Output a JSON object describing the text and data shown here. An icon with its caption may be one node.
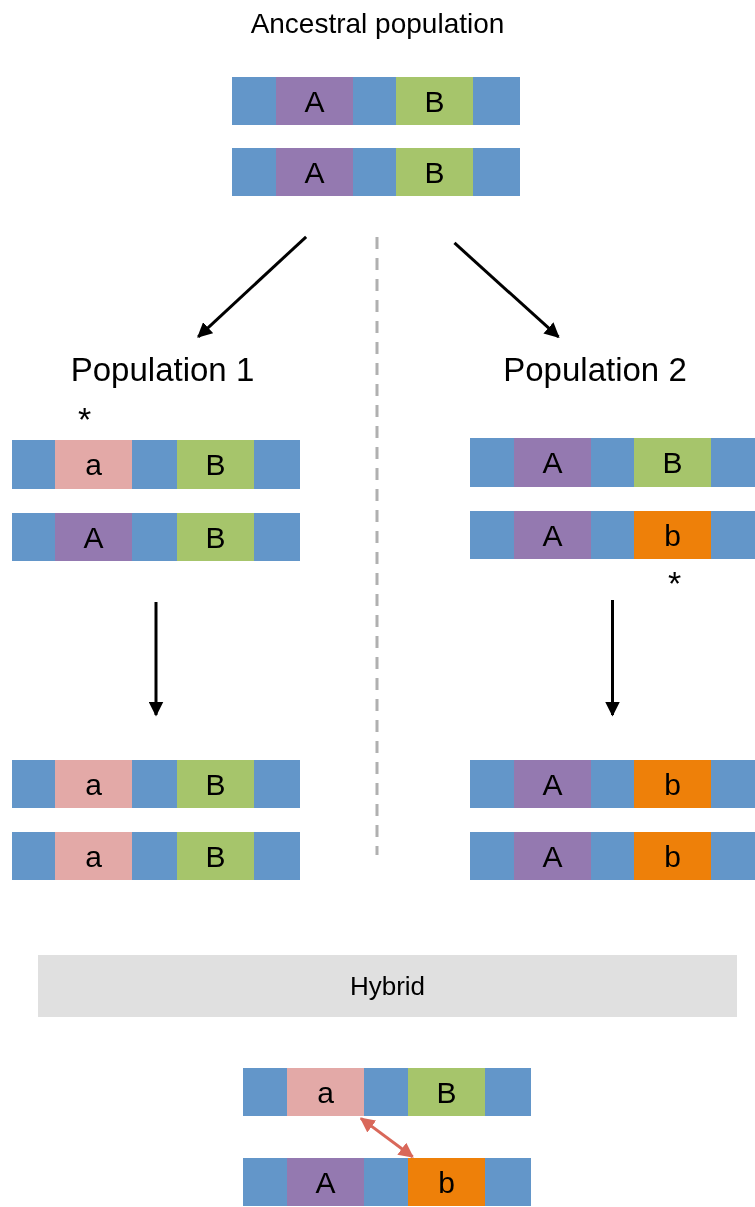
{
  "diagram": {
    "nodes": [
      {
        "text": [
          "Ancestral population"
        ]
      },
      {
        "text": [],
        "shape": "bar"
      },
      {
        "text": [
          "A"
        ],
        "in": 1
      },
      {
        "text": [
          "B"
        ],
        "in": 1
      },
      {
        "text": [],
        "shape": "bar"
      },
      {
        "text": [
          "A"
        ],
        "in": 4
      },
      {
        "text": [
          "B"
        ],
        "in": 4
      },
      {
        "text": [
          "Population 1"
        ]
      },
      {
        "text": [
          "Population 2"
        ]
      },
      {
        "text": [],
        "shape": "bar"
      },
      {
        "text": [
          "a"
        ],
        "in": 9
      },
      {
        "text": [
          "B"
        ],
        "in": 9
      },
      {
        "text": [],
        "shape": "bar"
      },
      {
        "text": [
          "A"
        ],
        "in": 12
      },
      {
        "text": [
          "B"
        ],
        "in": 12
      },
      {
        "text": [],
        "shape": "bar"
      },
      {
        "text": [
          "A"
        ],
        "in": 15
      },
      {
        "text": [
          "B"
        ],
        "in": 15
      },
      {
        "text": [],
        "shape": "bar"
      },
      {
        "text": [
          "A"
        ],
        "in": 18
      },
      {
        "text": [
          "b"
        ],
        "in": 18
      },
      {
        "text": [],
        "shape": "bar"
      },
      {
        "text": [
          "a"
        ],
        "in": 21
      },
      {
        "text": [
          "B"
        ],
        "in": 21
      },
      {
        "text": [],
        "shape": "bar"
      },
      {
        "text": [
          "a"
        ],
        "in": 24
      },
      {
        "text": [
          "B"
        ],
        "in": 24
      },
      {
        "text": [],
        "shape": "bar"
      },
      {
        "text": [
          "A"
        ],
        "in": 27
      },
      {
        "text": [
          "b"
        ],
        "in": 27
      },
      {
        "text": [],
        "shape": "bar"
      },
      {
        "text": [
          "A"
        ],
        "in": 30
      },
      {
        "text": [
          "b"
        ],
        "in": 30
      },
      {
        "text": [
          "Hybrid"
        ]
      },
      {
        "text": [],
        "shape": "bar"
      },
      {
        "text": [
          "a"
        ],
        "in": 34
      },
      {
        "text": [
          "B"
        ],
        "in": 34
      },
      {
        "text": [],
        "shape": "bar"
      },
      {
        "text": [
          "A"
        ],
        "in": 37
      },
      {
        "text": [
          "b"
        ],
        "in": 37
      }
    ],
    "edges": [
      {
        "from": 4,
        "to": 7,
        "arrow": "to"
      },
      {
        "from": 4,
        "to": 8,
        "arrow": "to"
      },
      {
        "from": 12,
        "to": 21,
        "arrow": "to"
      },
      {
        "from": 18,
        "to": 27,
        "arrow": "to"
      },
      {
        "from": 35,
        "to": 39,
        "arrow": "both",
        "color": "#d9685a"
      }
    ],
    "labels": [
      "*",
      "*"
    ]
  }
}
